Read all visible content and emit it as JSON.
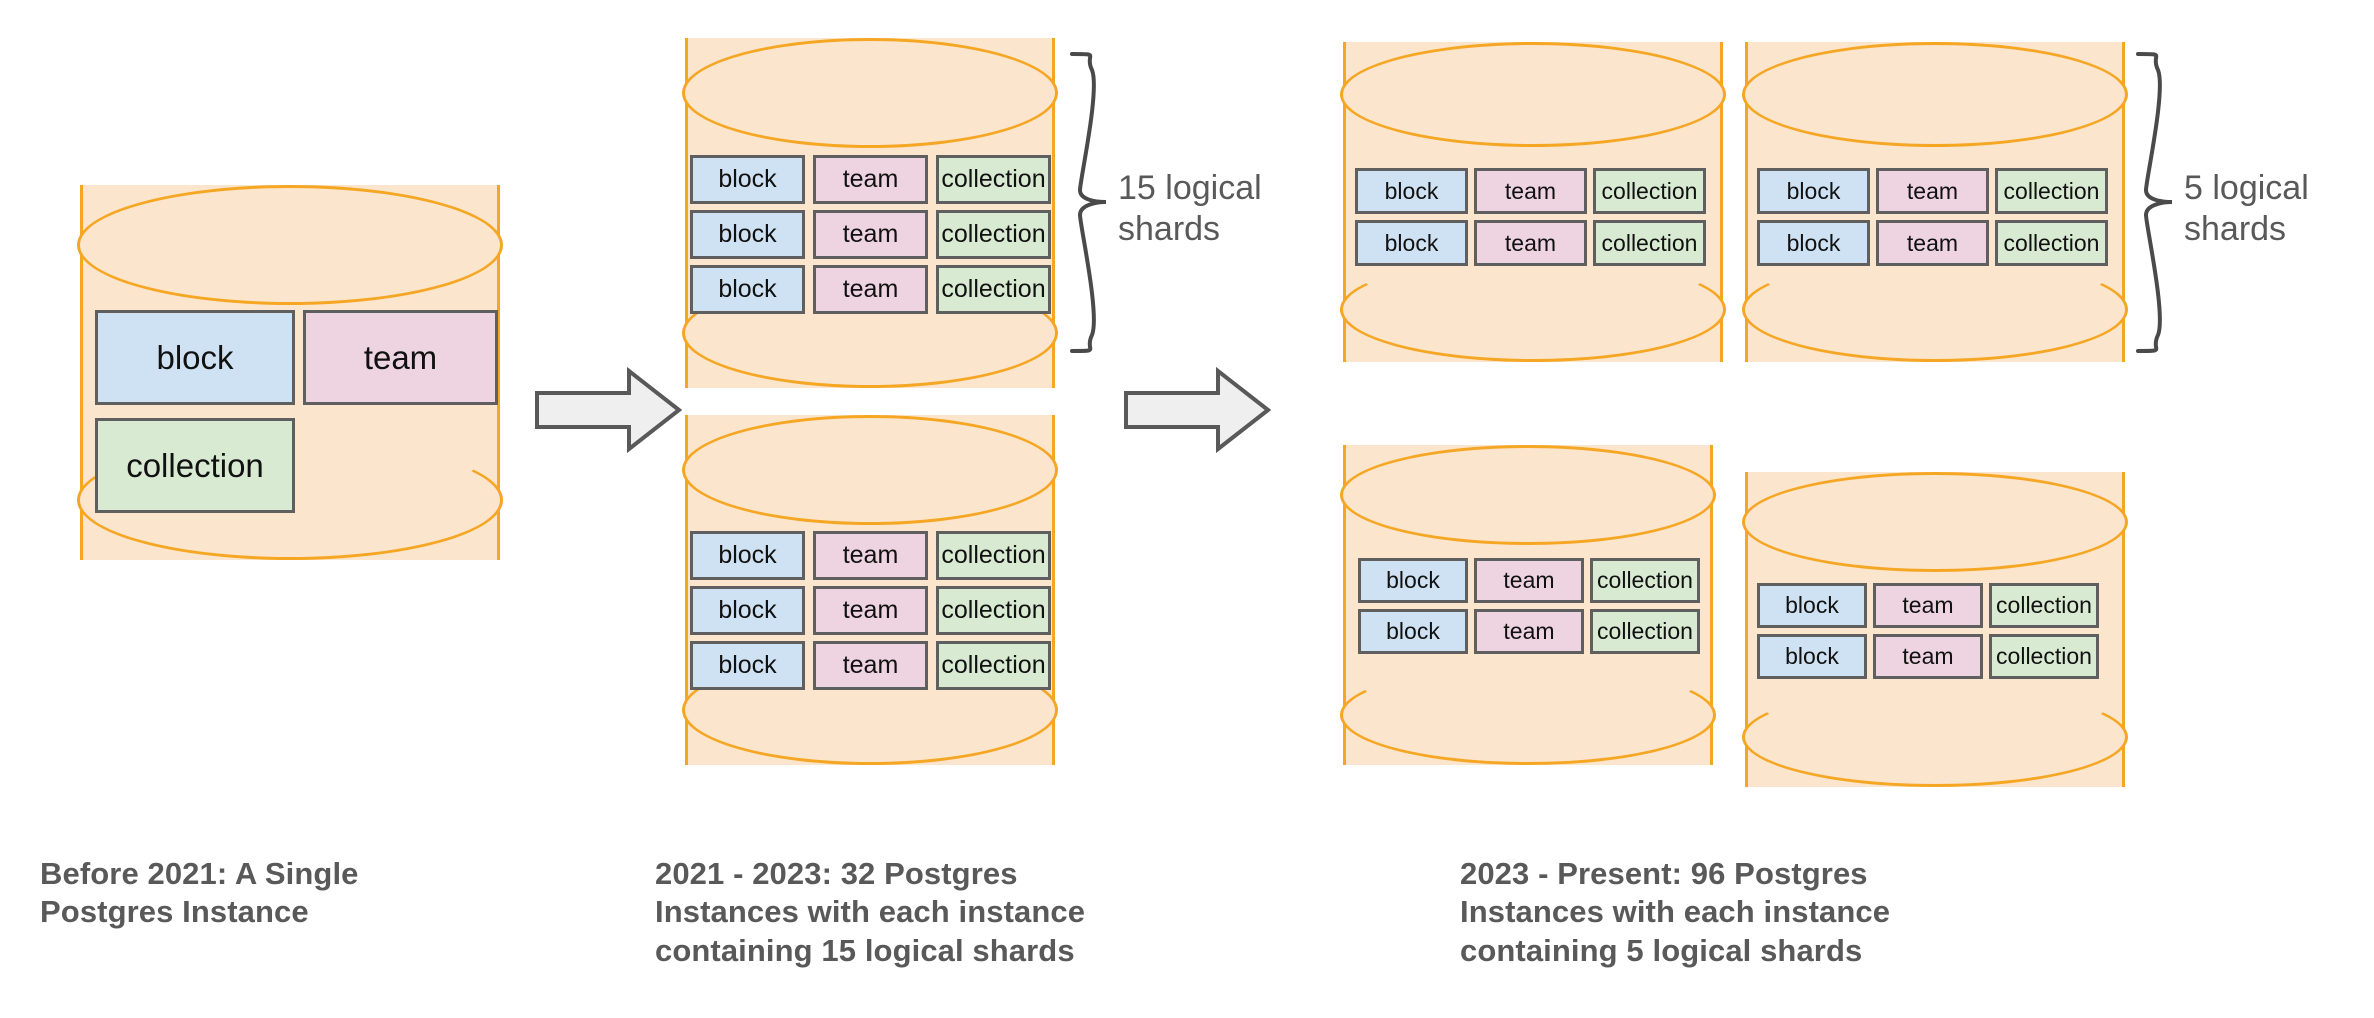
{
  "palette": {
    "cylinder_fill": "#fce5cd",
    "cylinder_stroke": "#f5a623",
    "block_fill": "#cfe2f3",
    "team_fill": "#eed3e1",
    "collection_fill": "#d9ead3",
    "box_stroke": "#5f5f5f",
    "arrow_fill": "#efefef",
    "arrow_stroke": "#595959",
    "text_gray": "#595959"
  },
  "shard_labels": {
    "block": "block",
    "team": "team",
    "collection": "collection"
  },
  "columns": [
    {
      "id": "before-2021",
      "caption_line1": "Before 2021: A Single",
      "caption_line2": "Postgres Instance",
      "instances": 1,
      "tables": [
        "block",
        "team",
        "collection"
      ]
    },
    {
      "id": "2021-2023",
      "caption_line1": "2021 - 2023: 32 Postgres",
      "caption_line2": "Instances with each instance",
      "caption_line3": "containing 15 logical shards",
      "instances": 2,
      "shard_rows": 3,
      "annotation_line1": "15 logical",
      "annotation_line2": "shards"
    },
    {
      "id": "2023-present",
      "caption_line1": "2023 - Present: 96 Postgres",
      "caption_line2": "Instances with each instance",
      "caption_line3": "containing 5 logical shards",
      "instances": 4,
      "shard_rows": 2,
      "annotation_line1": "5 logical",
      "annotation_line2": "shards"
    }
  ]
}
